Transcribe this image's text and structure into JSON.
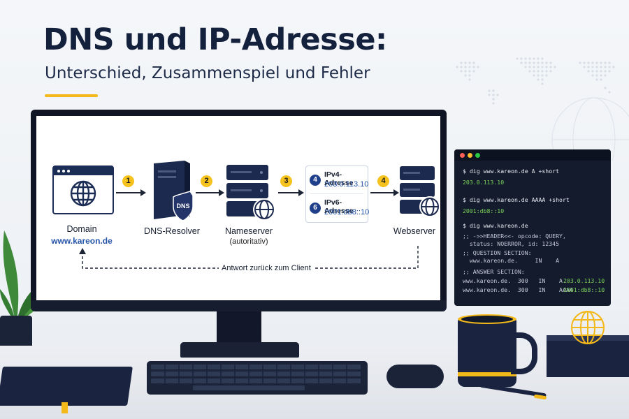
{
  "header": {
    "title": "DNS und IP-Adresse:",
    "subtitle": "Unterschied, Zusammenspiel und Fehler"
  },
  "colors": {
    "navy": "#14213d",
    "accent_yellow": "#f3b81a",
    "link_blue": "#2554a8",
    "terminal_green": "#7ad35a"
  },
  "diagram": {
    "nodes": [
      {
        "label": "Domain",
        "sub": "www.kareon.de",
        "icon": "browser-globe-icon"
      },
      {
        "label": "DNS-Resolver",
        "badge_text": "DNS",
        "icon": "server-shield-icon"
      },
      {
        "label": "Nameserver",
        "sub": "(autoritativ)",
        "icon": "server-globe-icon"
      },
      {
        "label": "Webserver",
        "icon": "server-globe-icon"
      }
    ],
    "steps": [
      "1",
      "2",
      "3",
      "4"
    ],
    "ip_box": {
      "ipv4_badge": "4",
      "ipv4_title": "IPv4-Adresse",
      "ipv4_value": "203.0.113.10",
      "ipv6_badge": "6",
      "ipv6_title": "IPv6-Adresse",
      "ipv6_value": "2001:db8::10"
    },
    "return_label": "Antwort zurück zum Client"
  },
  "terminal": {
    "lines": [
      {
        "text": "$ dig www.kareon.de A +short",
        "style": "cmd"
      },
      {
        "text": "203.0.113.10",
        "style": "out"
      },
      {
        "text": "$ dig www.kareon.de AAAA +short",
        "style": "cmd"
      },
      {
        "text": "2001:db8::10",
        "style": "out"
      },
      {
        "text": "$ dig www.kareon.de",
        "style": "cmd"
      },
      {
        "text": ";; ->>HEADER<<- opcode: QUERY,",
        "style": "info"
      },
      {
        "text": "  status: NOERROR, id: 12345",
        "style": "info"
      },
      {
        "text": ";; QUESTION SECTION:",
        "style": "info"
      },
      {
        "text": "  www.kareon.de.     IN    A",
        "style": "info"
      },
      {
        "text": ";; ANSWER SECTION:",
        "style": "info"
      },
      {
        "text": "www.kareon.de.  300   IN    A",
        "style": "info",
        "value": "203.0.113.10"
      },
      {
        "text": "www.kareon.de.  300   IN    AAAA",
        "style": "info",
        "value": "2001:db8::10"
      }
    ]
  }
}
